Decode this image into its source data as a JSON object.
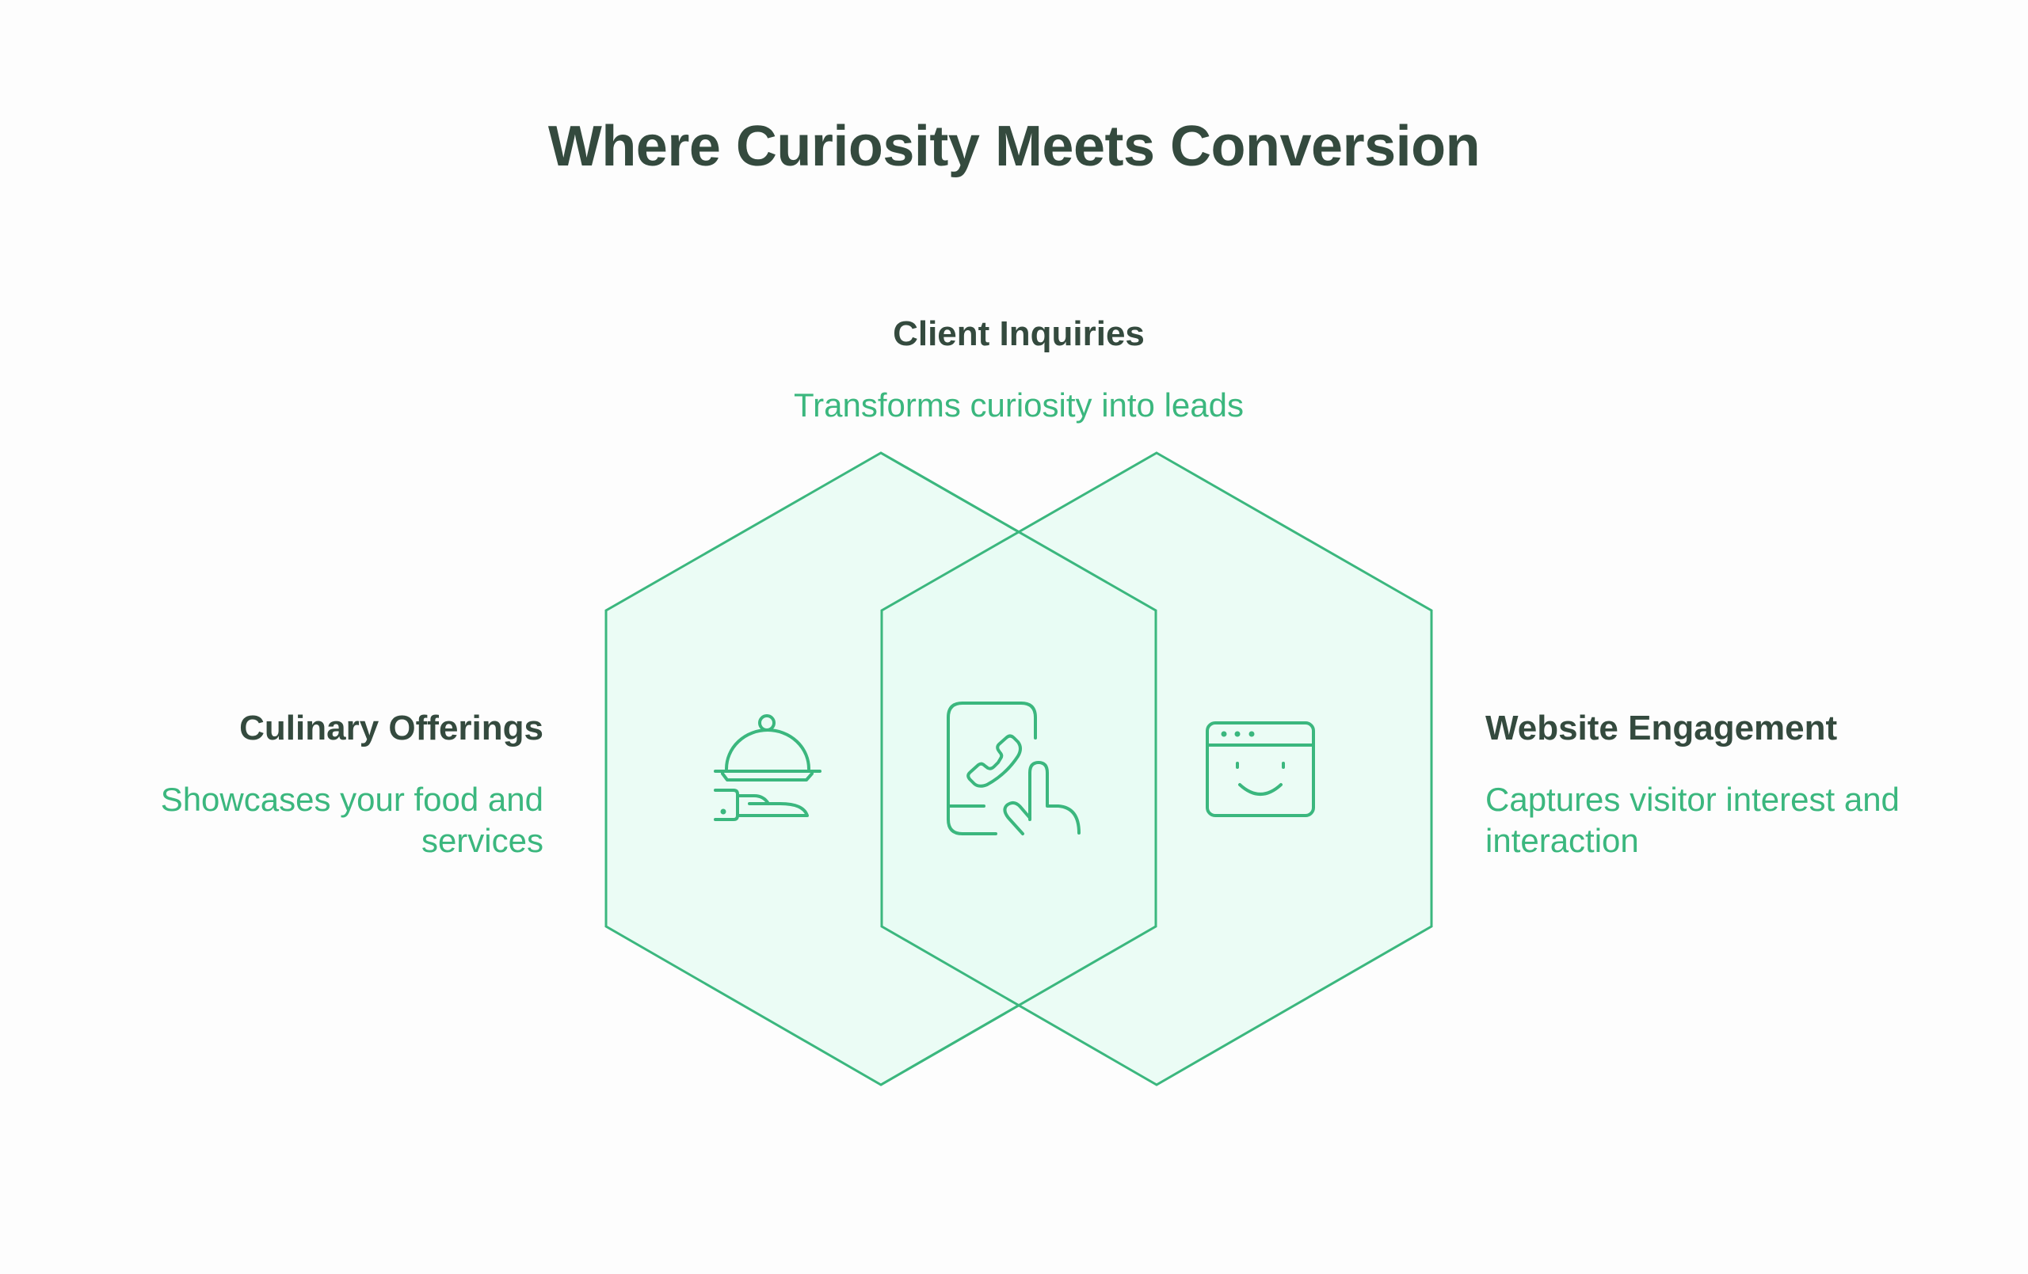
{
  "title": "Where Curiosity Meets Conversion",
  "colors": {
    "background": "#fdfdfd",
    "heading": "#344a3e",
    "accent": "#3bb77e",
    "hex_fill": "#e8fbf3",
    "hex_stroke": "#3bb77e"
  },
  "diagram": {
    "type": "overlapping-hexagons",
    "nodes": [
      {
        "id": "culinary",
        "title": "Culinary Offerings",
        "description": "Showcases your food and services",
        "icon": "serving-cloche-icon",
        "position": "left"
      },
      {
        "id": "client",
        "title": "Client Inquiries",
        "description": "Transforms curiosity into leads",
        "icon": "phone-tap-icon",
        "position": "top-center-intersection"
      },
      {
        "id": "website",
        "title": "Website Engagement",
        "description": "Captures visitor interest and interaction",
        "icon": "browser-smile-icon",
        "position": "right"
      }
    ]
  }
}
